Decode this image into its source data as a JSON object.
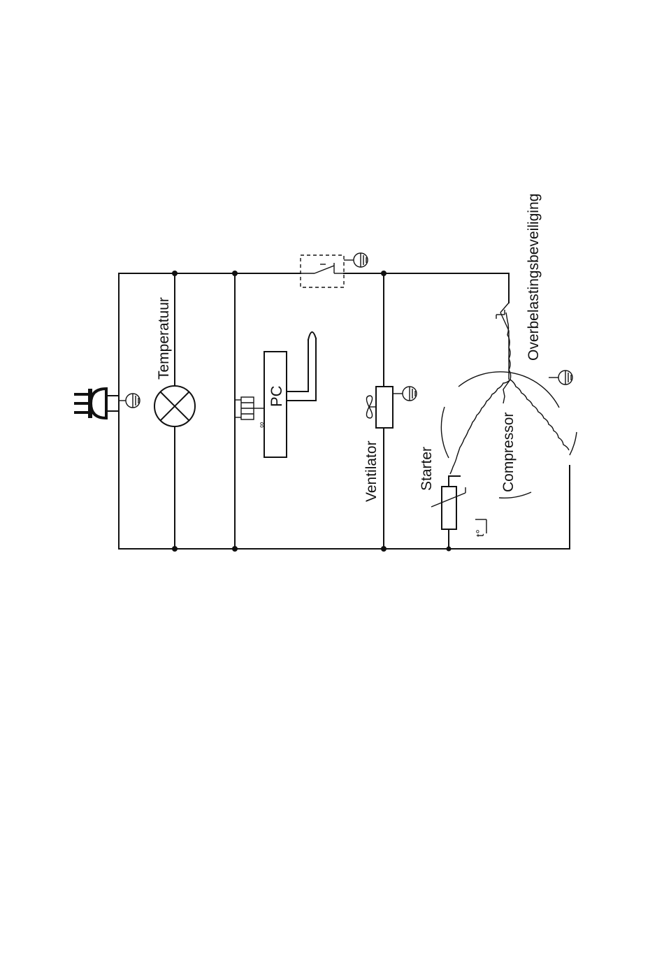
{
  "labels": {
    "temperatuur": "Temperatuur",
    "pc": "PC",
    "ventilator": "Ventilator",
    "starter": "Starter",
    "compressor": "Compressor",
    "overbelasting": "Overbelastingsbeveiliging",
    "starter_mark": "t°",
    "pc_small_mark": "∞"
  },
  "colors": {
    "line": "#111111",
    "background": "#ffffff"
  },
  "icons": {
    "plug": "plug-icon",
    "ground": "ground-icon",
    "lamp": "lamp-icon",
    "fan": "fan-icon"
  }
}
